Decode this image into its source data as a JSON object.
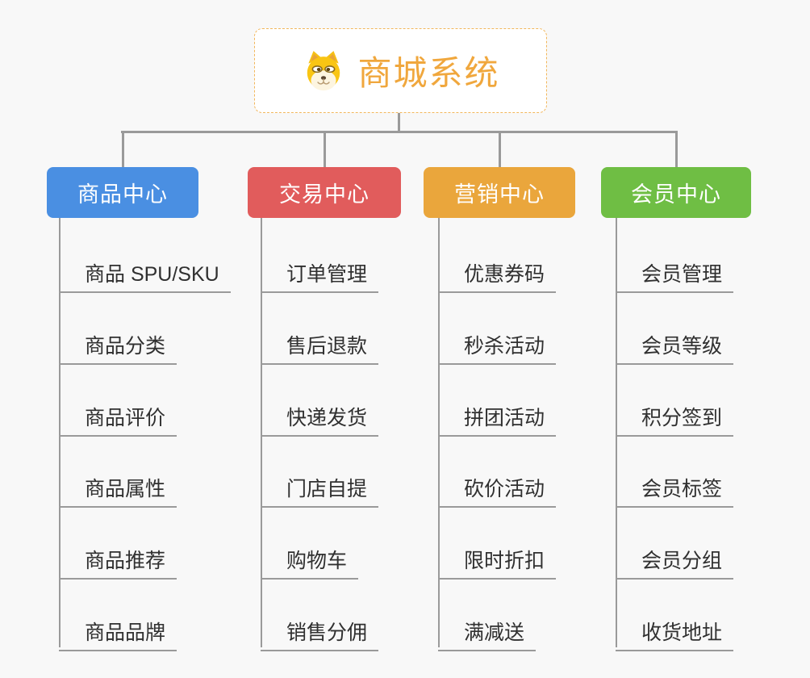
{
  "root": {
    "title": "商城系统",
    "icon": "dog-face-icon",
    "title_color": "#F0A73D",
    "border_color": "#F2B75C"
  },
  "branches": [
    {
      "key": "product-center",
      "label": "商品中心",
      "color": "#4A8FE2",
      "items": [
        "商品 SPU/SKU",
        "商品分类",
        "商品评价",
        "商品属性",
        "商品推荐",
        "商品品牌"
      ]
    },
    {
      "key": "trade-center",
      "label": "交易中心",
      "color": "#E15C5C",
      "items": [
        "订单管理",
        "售后退款",
        "快递发货",
        "门店自提",
        "购物车",
        "销售分佣"
      ]
    },
    {
      "key": "marketing-center",
      "label": "营销中心",
      "color": "#EAA63C",
      "items": [
        "优惠券码",
        "秒杀活动",
        "拼团活动",
        "砍价活动",
        "限时折扣",
        "满减送"
      ]
    },
    {
      "key": "member-center",
      "label": "会员中心",
      "color": "#6FBE44",
      "items": [
        "会员管理",
        "会员等级",
        "积分签到",
        "会员标签",
        "会员分组",
        "收货地址"
      ]
    }
  ],
  "colors": {
    "background": "#F8F8F8",
    "connector": "#9A9A9A",
    "item_text": "#303030",
    "node_text": "#FFFFFF"
  }
}
